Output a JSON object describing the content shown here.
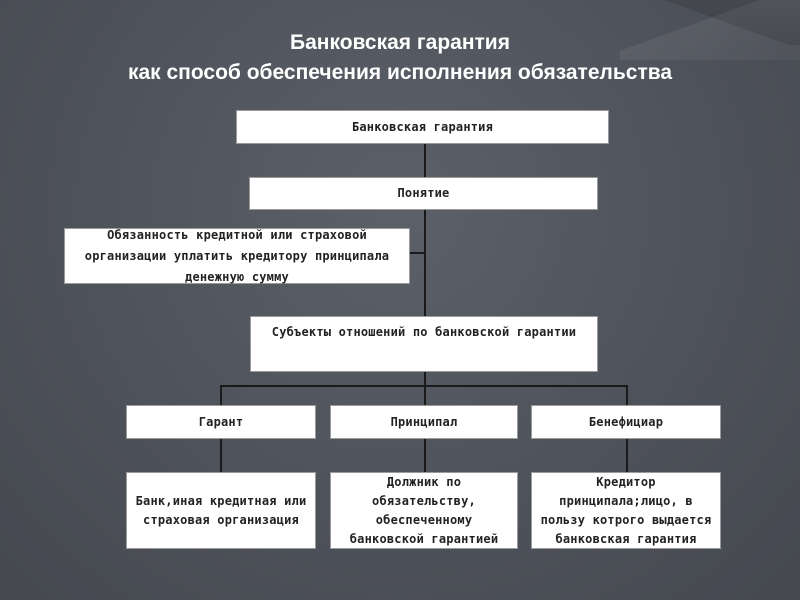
{
  "slide": {
    "title_line1": "Банковская гарантия",
    "title_line2": "как способ обеспечения исполнения обязательства"
  },
  "diagram": {
    "root": "Банковская гарантия",
    "concept": "Понятие",
    "definition": "Обязанность кредитной или страховой организации уплатить кредитору принципала денежную сумму",
    "subjects": "Субъекты отношений по банковской гарантии",
    "roles": [
      {
        "label": "Гарант",
        "description": "Банк,иная кредитная или страховая организация"
      },
      {
        "label": "Принципал",
        "description": "Должник по обязательству, обеспеченному банковской гарантией"
      },
      {
        "label": "Бенефициар",
        "description": "Кредитор принципала;лицо, в пользу котрого выдается банковская гарантия"
      }
    ]
  }
}
